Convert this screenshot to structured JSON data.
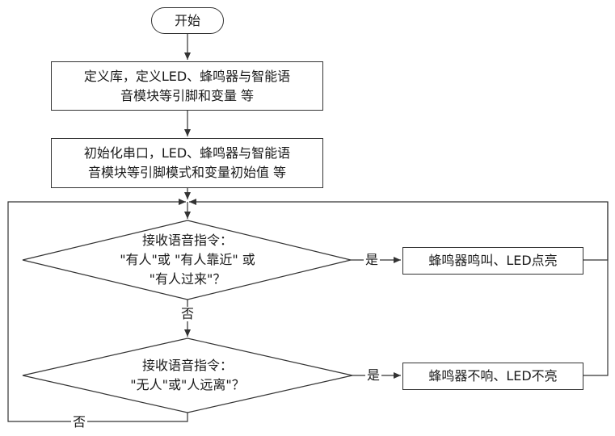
{
  "nodes": {
    "start": "开始",
    "define": [
      "定义库，定义LED、蜂鸣器与智能语",
      "音模块等引脚和变量 等"
    ],
    "init": [
      "初始化串口，LED、蜂鸣器与智能语",
      "音模块等引脚模式和变量初始值 等"
    ],
    "decision1": [
      "接收语音指令：",
      "\"有人\"或 \"有人靠近\" 或",
      "\"有人过来\"？"
    ],
    "decision2": [
      "接收语音指令：",
      "\"无人\"或\"人远离\"？"
    ],
    "action1": "蜂鸣器鸣叫、LED点亮",
    "action2": "蜂鸣器不响、LED不亮"
  },
  "labels": {
    "yes1": "是",
    "yes2": "是",
    "no1": "否",
    "no2": "否"
  }
}
